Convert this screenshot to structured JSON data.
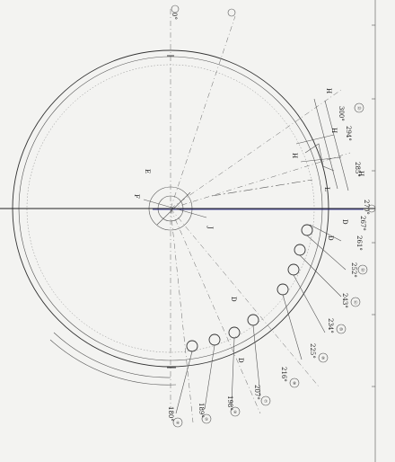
{
  "diagram": {
    "angle_labels": [
      {
        "text": "0°"
      },
      {
        "text": "180°"
      },
      {
        "text": "189°"
      },
      {
        "text": "198°"
      },
      {
        "text": "207°"
      },
      {
        "text": "216°"
      },
      {
        "text": "225°"
      },
      {
        "text": "234°"
      },
      {
        "text": "243°"
      },
      {
        "text": "252°"
      },
      {
        "text": "261°"
      },
      {
        "text": "267°"
      },
      {
        "text": "270°"
      },
      {
        "text": "285°"
      },
      {
        "text": "294°"
      },
      {
        "text": "300°"
      }
    ],
    "letter_labels": [
      "F",
      "E",
      "J",
      "H",
      "H",
      "H",
      "H",
      "L",
      "D",
      "D",
      "D",
      "D"
    ],
    "callout_tags": [
      "④",
      "⑤",
      "⑥",
      "⑦",
      "⑧",
      "⑨",
      "⑩",
      "⑪",
      "⑫",
      "⑬"
    ],
    "colors": {
      "line": "#333333",
      "background": "#f3f3f1",
      "axis": "#222222"
    }
  }
}
